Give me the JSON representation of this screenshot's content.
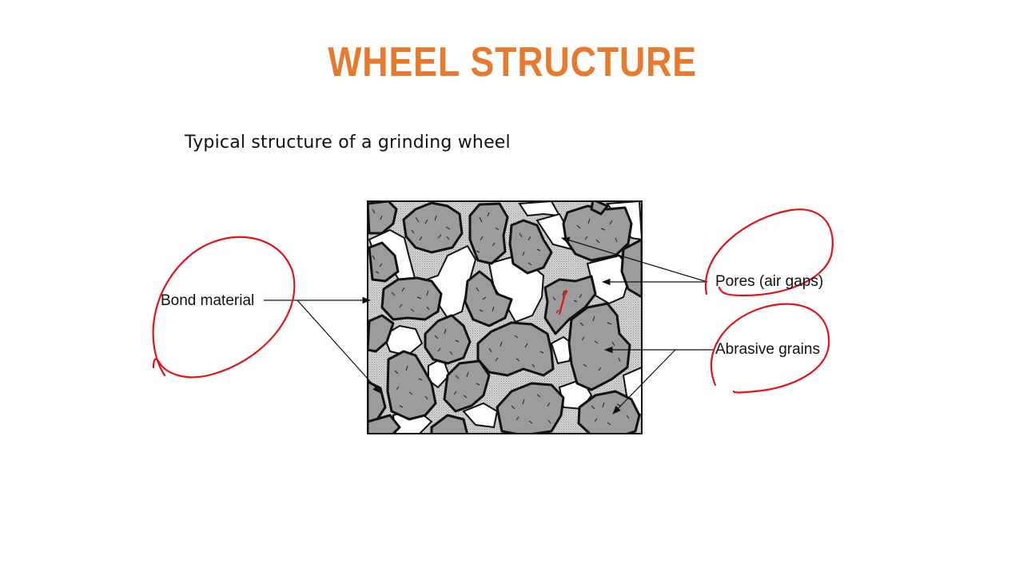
{
  "slide": {
    "title": "WHEEL STRUCTURE",
    "subtitle": "Typical structure of a grinding wheel"
  },
  "diagram": {
    "labels": {
      "bond": "Bond material",
      "pores": "Pores (air gaps)",
      "grains": "Abrasive grains"
    },
    "colors": {
      "title": "#e8792d",
      "bond_fill": "#cfcfcf",
      "grain_fill": "#9a9a9a",
      "annotation_ink": "#e0141b"
    }
  }
}
